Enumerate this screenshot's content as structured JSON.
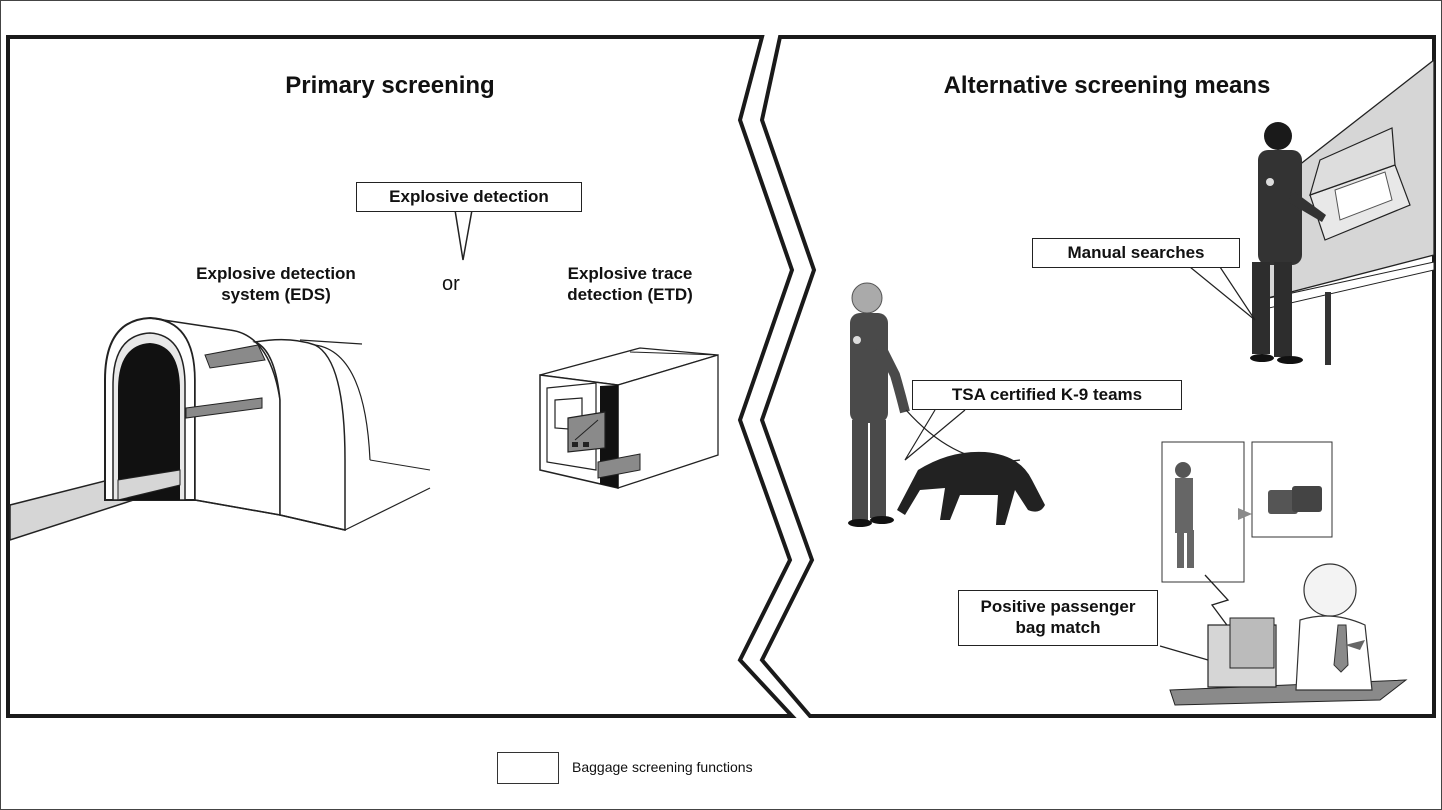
{
  "panels": {
    "primary": {
      "title": "Primary screening"
    },
    "alternative": {
      "title": "Alternative screening means"
    }
  },
  "primary": {
    "callout": "Explosive detection",
    "eds_label_line1": "Explosive detection",
    "eds_label_line2": "system (EDS)",
    "or_word": "or",
    "etd_label_line1": "Explosive trace",
    "etd_label_line2": "detection (ETD)"
  },
  "alternative": {
    "manual_searches": "Manual searches",
    "k9_teams": "TSA certified K-9 teams",
    "bag_match_line1": "Positive passenger",
    "bag_match_line2": "bag match"
  },
  "legend": {
    "label": "Baggage screening functions"
  },
  "colors": {
    "frame": "#1a1a1a",
    "dark": "#3c3c3c",
    "mid": "#8a8a8a",
    "light": "#d6d6d6"
  }
}
